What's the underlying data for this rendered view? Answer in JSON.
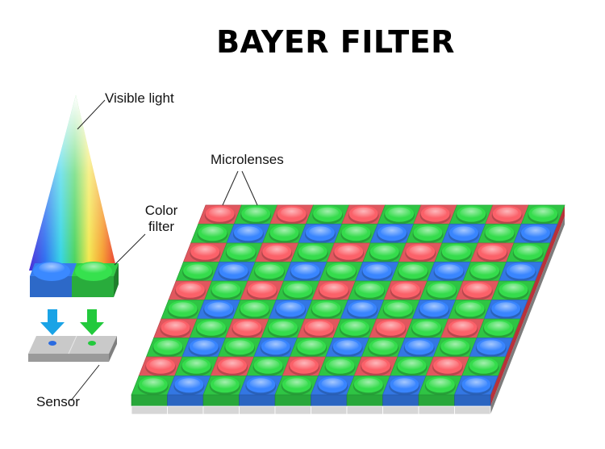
{
  "title": "BAYER FILTER",
  "labels": {
    "visible_light": "Visible light",
    "color_filter_line1": "Color",
    "color_filter_line2": "filter",
    "microlenses": "Microlenses",
    "sensor": "Sensor"
  },
  "colors": {
    "red": "#e0575e",
    "green": "#2fc444",
    "blue": "#3377e3",
    "arrow_blue": "#1aa3e6",
    "arrow_green": "#22c93c",
    "sensor_gray": "#a9a9a9"
  },
  "mosaic": {
    "rows": 10,
    "cols": 10,
    "pattern": "RGGB"
  }
}
